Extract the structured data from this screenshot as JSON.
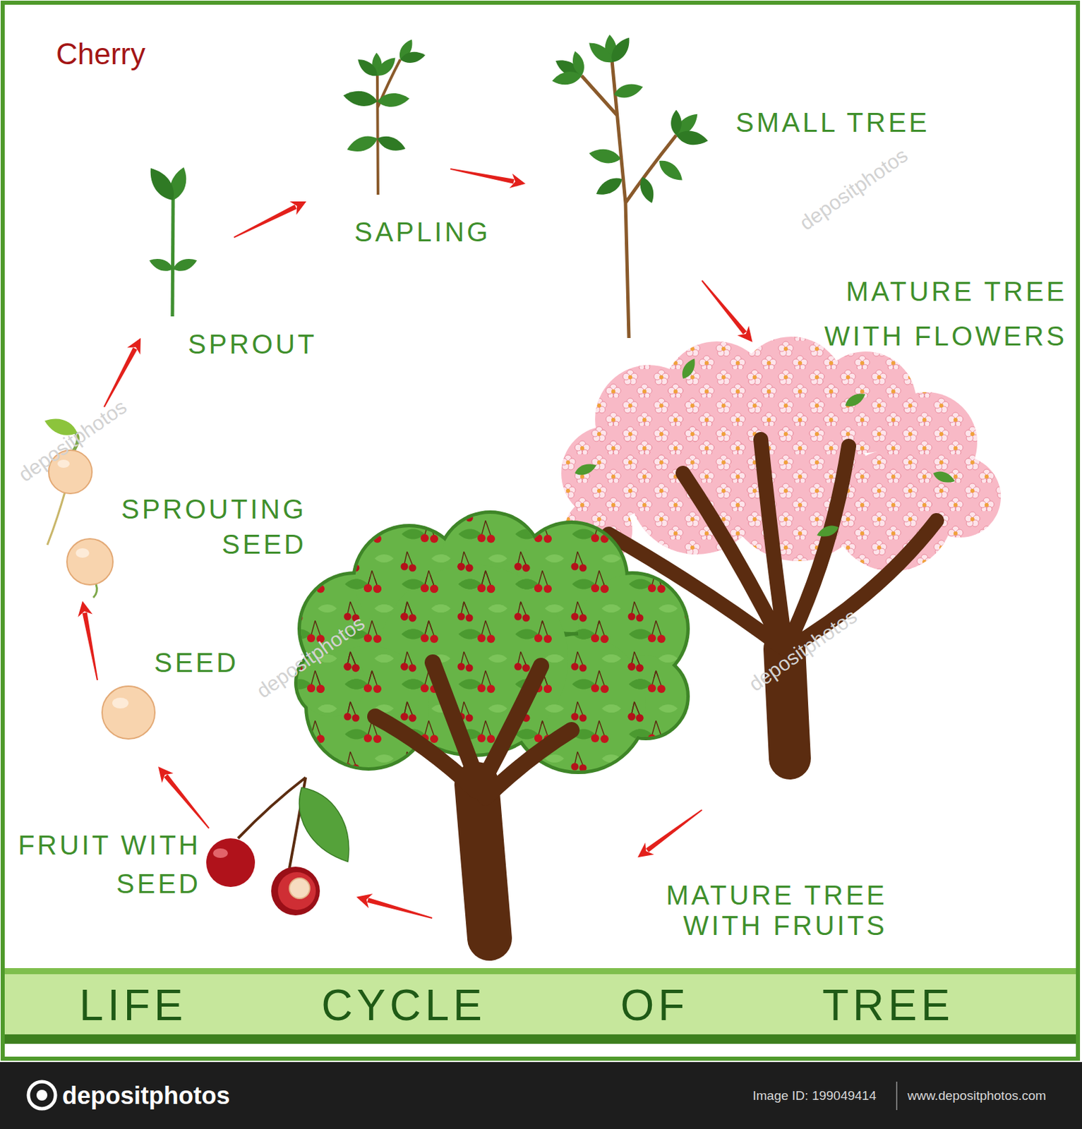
{
  "diagram": {
    "title": "LIFE CYCLE OF TREE",
    "nodes": [
      {
        "text": [
          "SEED"
        ]
      },
      {
        "text": [
          "SPROUTING SEED"
        ]
      },
      {
        "text": [
          "SPROUT"
        ]
      },
      {
        "text": [
          "SAPLING"
        ]
      },
      {
        "text": [
          "SMALL TREE"
        ]
      },
      {
        "text": [
          "MATURE TREE WITH FLOWERS"
        ]
      },
      {
        "text": [
          "MATURE TREE WITH FRUITS"
        ]
      },
      {
        "text": [
          "FRUIT WITH SEED"
        ]
      }
    ],
    "edges": [
      {
        "from": 0,
        "to": 1,
        "arrow": "to"
      },
      {
        "from": 1,
        "to": 2,
        "arrow": "to"
      },
      {
        "from": 2,
        "to": 3,
        "arrow": "to"
      },
      {
        "from": 3,
        "to": 4,
        "arrow": "to"
      },
      {
        "from": 4,
        "to": 5,
        "arrow": "to"
      },
      {
        "from": 5,
        "to": 6,
        "arrow": "to"
      },
      {
        "from": 6,
        "to": 7,
        "arrow": "to"
      },
      {
        "from": 7,
        "to": 0,
        "arrow": "to"
      }
    ],
    "labels": [
      "Cherry",
      "depositphotos",
      "depositphotos",
      "depositphotos",
      "depositphotos",
      "depositphotos",
      "Image ID: 199049414",
      "www.depositphotos.com"
    ]
  }
}
